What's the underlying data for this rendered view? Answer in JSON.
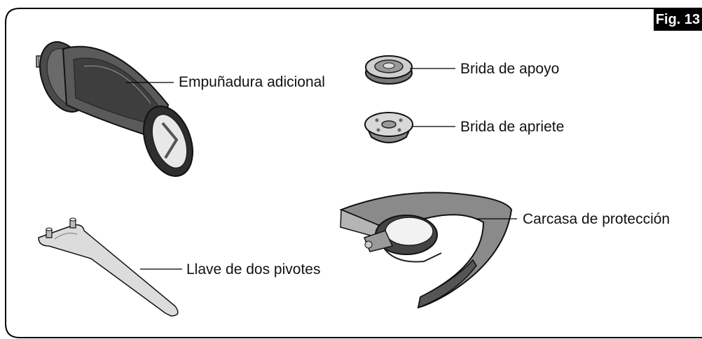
{
  "figure": {
    "label": "Fig. 13"
  },
  "parts": {
    "handle": "Empuñadura adicional",
    "support_flange": "Brida de apoyo",
    "clamp_flange": "Brida de apriete",
    "guard": "Carcasa de protección",
    "spanner": "Llave de dos pivotes"
  }
}
